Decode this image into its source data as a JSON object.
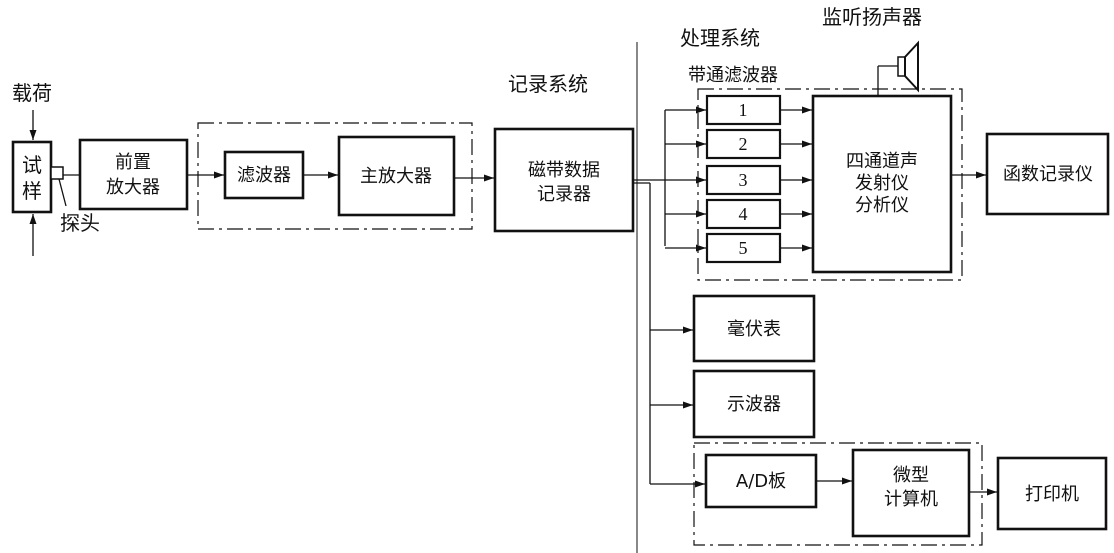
{
  "labels": {
    "load": "载荷",
    "specimen": "试样",
    "probe": "探头",
    "preamp_line1": "前置",
    "preamp_line2": "放大器",
    "filter": "滤波器",
    "main_amp": "主放大器",
    "recording_system": "记录系统",
    "tape_line1": "磁带数据",
    "tape_line2": "记录器",
    "processing_system": "处理系统",
    "bandpass_filters": "带通滤波器",
    "monitor_speaker": "监听扬声器",
    "analyzer_line1": "四通道声",
    "analyzer_line2": "发射仪",
    "analyzer_line3": "分析仪",
    "function_recorder": "函数记录仪",
    "millivoltmeter": "毫伏表",
    "oscilloscope": "示波器",
    "ad_board": "A/D板",
    "computer_line1": "微型",
    "computer_line2": "计算机",
    "printer": "打印机"
  },
  "filter_channels": [
    "1",
    "2",
    "3",
    "4",
    "5"
  ]
}
